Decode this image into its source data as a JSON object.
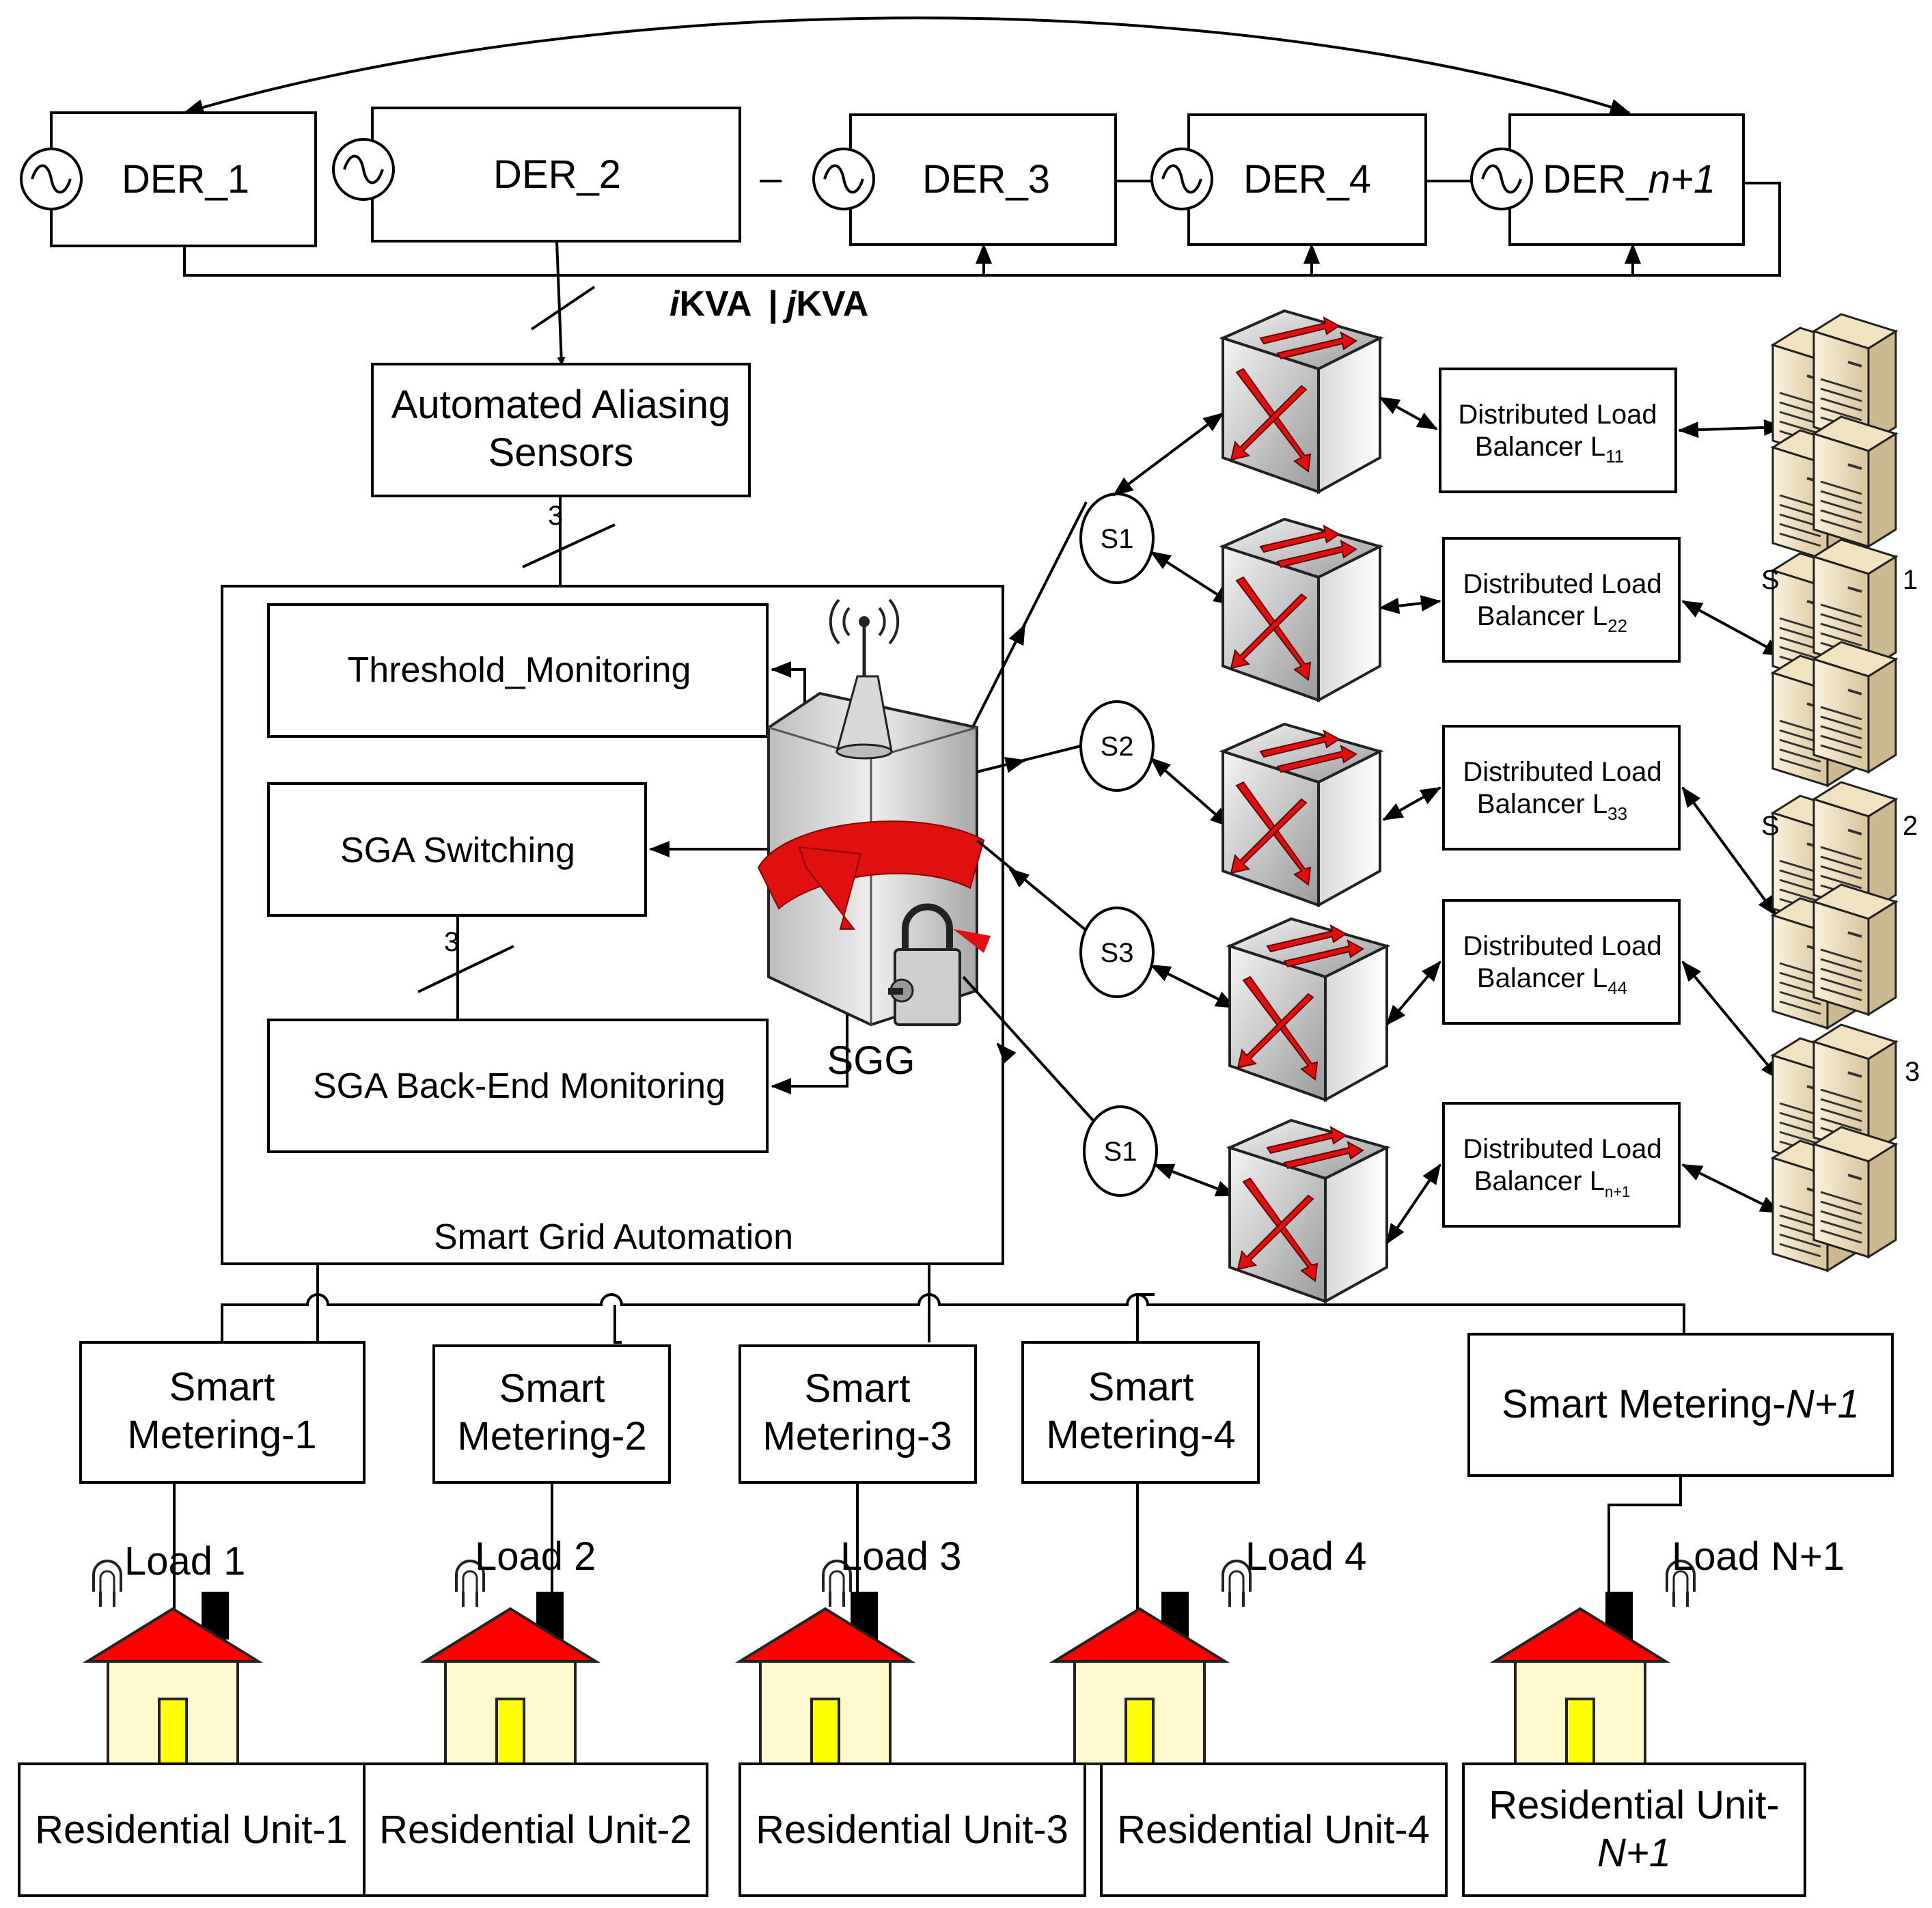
{
  "der": {
    "items": [
      {
        "label": "DER_1"
      },
      {
        "label": "DER_2"
      },
      {
        "label": "DER_3"
      },
      {
        "label": "DER_4"
      },
      {
        "label_main": "DER_",
        "label_italic": "n+1"
      }
    ],
    "dash": "–",
    "bus_label_i": "i",
    "bus_label_ikva": "KVA",
    "bus_label_sep": "|",
    "bus_label_j": "j",
    "bus_label_jkva": "KVA"
  },
  "sensors": {
    "line1": "Automated Aliasing",
    "line2": "Sensors",
    "bus_count": "3"
  },
  "sga": {
    "title": "Smart Grid Automation",
    "threshold": "Threshold_Monitoring",
    "switching": "SGA Switching",
    "backend": "SGA Back-End Monitoring",
    "bus_count": "3",
    "gateway_label": "SGG"
  },
  "switches": {
    "nodes": [
      "S1",
      "S2",
      "S3",
      "S1"
    ]
  },
  "load_balancers": {
    "line1": "Distributed Load",
    "line2": "Balancer L",
    "subscripts": [
      "11",
      "22",
      "33",
      "44",
      "n+1"
    ]
  },
  "server_labels": [
    "S",
    "1",
    "S",
    "2",
    "3"
  ],
  "meters": [
    {
      "line1": "Smart",
      "line2": "Metering-1"
    },
    {
      "line1": "Smart",
      "line2": "Metering-2"
    },
    {
      "line1": "Smart",
      "line2": "Metering-3"
    },
    {
      "line1": "Smart",
      "line2": "Metering-4"
    },
    {
      "line1": "Smart Metering-",
      "italic": "N+1"
    }
  ],
  "loads": [
    "Load 1",
    "Load 2",
    "Load 3",
    "Load 4",
    "Load N+1"
  ],
  "residential": [
    {
      "line1": "Residential Unit-1"
    },
    {
      "line1": "Residential Unit-2"
    },
    {
      "line1": "Residential Unit-3"
    },
    {
      "line1": "Residential Unit-4"
    },
    {
      "line1": "Residential Unit-",
      "italic": "N+1"
    }
  ],
  "colors": {
    "roof": "#ff0000",
    "house": "#fffacd",
    "door": "#ffff00",
    "chimney": "#000000",
    "arrow_red": "#e01010",
    "server": "#f1e2c0",
    "switch_gray": "#c8c8c8"
  }
}
